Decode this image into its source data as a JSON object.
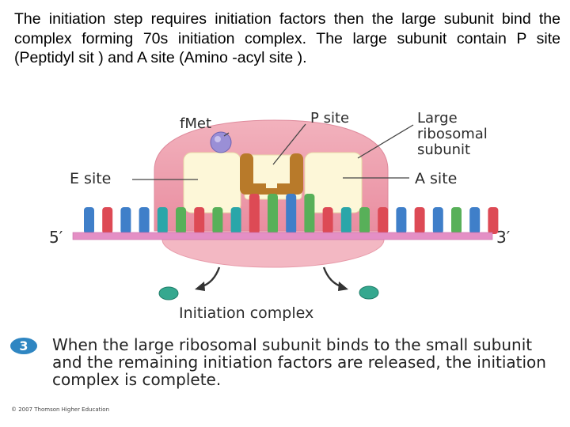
{
  "intro_text": "The initiation step requires initiation factors then the large subunit bind the complex forming 70s initiation complex. The large subunit contain P site (Peptidyl sit ) and A site (Amino -acyl site ).",
  "labels": {
    "fmet": "fMet",
    "p_site": "P site",
    "large_line1": "Large",
    "large_line2": "ribosomal",
    "large_line3": "subunit",
    "e_site": "E site",
    "a_site": "A site",
    "five_prime": "5′",
    "three_prime": "3′",
    "initiation_complex": "Initiation complex"
  },
  "step": {
    "number": "3",
    "caption": "When the large ribosomal subunit binds to the small subunit and the remaining initiation factors are released, the initiation complex is complete."
  },
  "copyright": "© 2007 Thomson Higher Education",
  "colors": {
    "ribosome": "#ee9fae",
    "ribosome_light": "#f6c4cd",
    "site_box": "#fdf7d8",
    "trna_brown": "#b87a2a",
    "mrna_strand": "#e48fc5",
    "base_blue": "#3f7fc9",
    "base_red": "#dd4a55",
    "base_green": "#58b059",
    "base_teal": "#2aa6a9",
    "fmet_ball": "#9a8fd6",
    "factor_ball": "#35a88f",
    "badge": "#2f86c2"
  }
}
